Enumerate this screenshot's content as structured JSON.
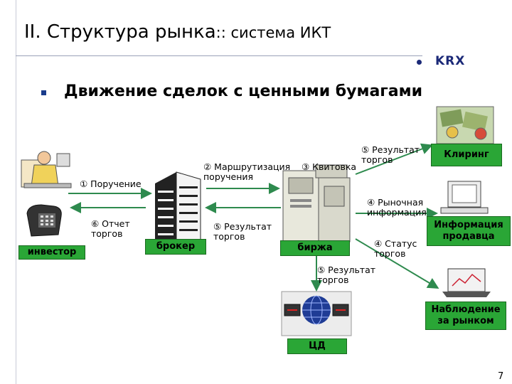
{
  "title": {
    "main": "II. Структура рынка",
    "sep": ":: ",
    "rest": "система ИКТ"
  },
  "logo": "KRX",
  "subtitle": "Движение сделок с ценными бумагами",
  "nodes": {
    "investor": "инвестор",
    "broker": "брокер",
    "exchange": "биржа",
    "csd": "ЦД",
    "clearing": "Клиринг",
    "vendor": "Информация продавца",
    "surveillance": "Наблюдение за рынком"
  },
  "flows": {
    "order": "① Поручение",
    "report": "⑥ Отчет торгов",
    "routing": "② Маршрутизация поручения",
    "quote": "③ Квитовка",
    "result_broker": "⑤ Результат торгов",
    "result_clearing": "⑤ Результат торгов",
    "market_info": "④ Рыночная информация",
    "status": "④ Статус торгов",
    "result_csd": "⑤ Результат торгов"
  },
  "colors": {
    "arrow": "#2e8a4e",
    "box": "#2aa636",
    "accent": "#1c2a78"
  },
  "page_number": "7"
}
